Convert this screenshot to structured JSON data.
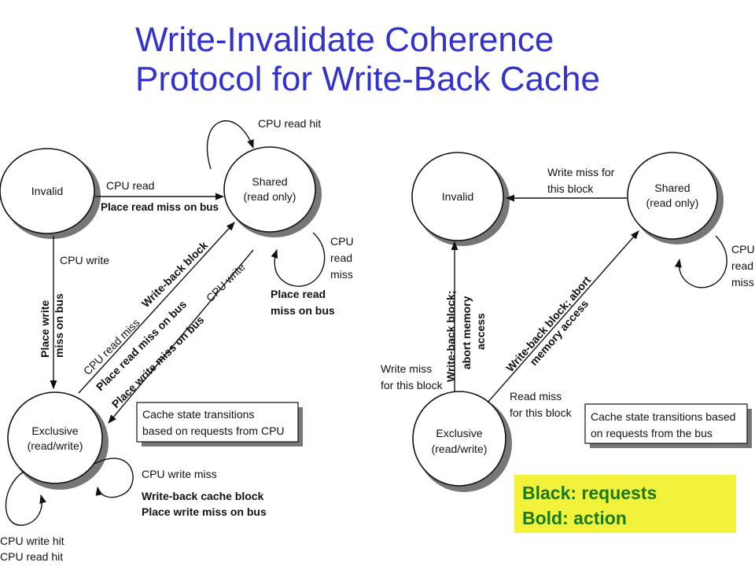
{
  "title": {
    "line1": "Write-Invalidate Coherence",
    "line2": "Protocol for Write-Back Cache"
  },
  "cpu_diagram": {
    "states": {
      "invalid": [
        "Invalid"
      ],
      "shared": [
        "Shared",
        "(read only)"
      ],
      "exclusive": [
        "Exclusive",
        "(read/write)"
      ]
    },
    "cpu_read_hit": "CPU read hit",
    "cpu_read": "CPU read",
    "place_read_miss_on_bus": "Place read miss on bus",
    "cpu_read_miss_self": [
      "CPU",
      "read",
      "miss"
    ],
    "place_read_miss_on_bus_self": [
      "Place read",
      "miss on bus"
    ],
    "cpu_write": "CPU write",
    "place_write_miss_on_bus_vertical": [
      "Place write",
      "miss on bus"
    ],
    "write_back_block": "Write-back block",
    "cpu_read_miss_diag": "CPU read miss",
    "place_read_miss_on_bus_diag": "Place read miss on bus",
    "place_write_miss_on_bus_diag": "Place write miss on bus",
    "cpu_write_diag": "CPU write",
    "caption": [
      "Cache state transitions",
      "based on requests from CPU"
    ],
    "cpu_write_miss": "CPU write miss",
    "write_back_cache_block": "Write-back cache block",
    "place_write_miss_on_bus": "Place write miss on bus",
    "cpu_write_hit": "CPU write hit",
    "cpu_read_hit_bottom": "CPU read hit"
  },
  "bus_diagram": {
    "states": {
      "invalid": [
        "Invalid"
      ],
      "shared": [
        "Shared",
        "(read only)"
      ],
      "exclusive": [
        "Exclusive",
        "(read/write)"
      ]
    },
    "write_miss_for_this_block": [
      "Write miss for",
      "this block"
    ],
    "cpu_read_miss_partial": [
      "CPU",
      "read",
      "miss"
    ],
    "write_back_abort": [
      "Write-back block;",
      "abort memory",
      "access"
    ],
    "write_miss_left": [
      "Write miss",
      "for this block"
    ],
    "write_back_abort_diag": [
      "Write-back block; abort",
      "memory access"
    ],
    "read_miss_for_this_block": [
      "Read miss",
      "for this block"
    ],
    "caption": [
      "Cache state transitions based",
      "on requests from the bus"
    ]
  },
  "legend": {
    "line1": "Black: requests",
    "line2": "Bold: action"
  }
}
